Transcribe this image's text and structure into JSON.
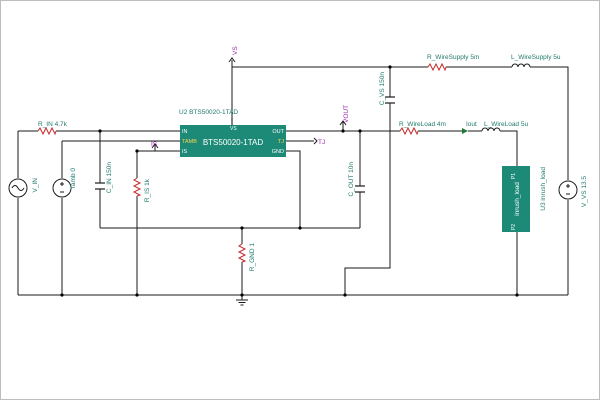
{
  "labels": {
    "u2_name": "U2 BTS50020-1TAD",
    "u2_body": "BTS50020-1TAD",
    "pin_in": "IN",
    "pin_tamb": "TAMB",
    "pin_is": "IS",
    "pin_vs": "VS",
    "pin_out": "OUT",
    "pin_tj": "TJ",
    "pin_gnd": "GND",
    "r_in": "R_IN 4.7k",
    "r_wiresupply": "R_WireSupply 5m",
    "l_wiresupply": "L_WireSupply 5u",
    "c_vs": "C_VS 150n",
    "r_wireload": "R_WireLoad 4m",
    "iout": "Iout",
    "l_wireload": "L_WireLoad 5u",
    "c_in": "C_IN 150n",
    "r_is": "R_IS 1k",
    "c_out": "C_OUT 10n",
    "r_gnd": "R_GND 1",
    "v_in": "V_IN",
    "tamb": "Tamb 0",
    "v_vs": "V_VS 13.5",
    "u3": "U3 inrush_load",
    "load_body": "inrush_load",
    "load_p1": "P1",
    "load_p2": "P2",
    "net_vs": "VS",
    "net_vout": "VOUT",
    "net_is": "IS",
    "net_tj": "TJ"
  },
  "colors": {
    "chip": "#1d8a78",
    "resistor": "#c62828",
    "label": "#1f7a6b",
    "net": "#9c27b0",
    "wire": "#1a1a1a"
  }
}
